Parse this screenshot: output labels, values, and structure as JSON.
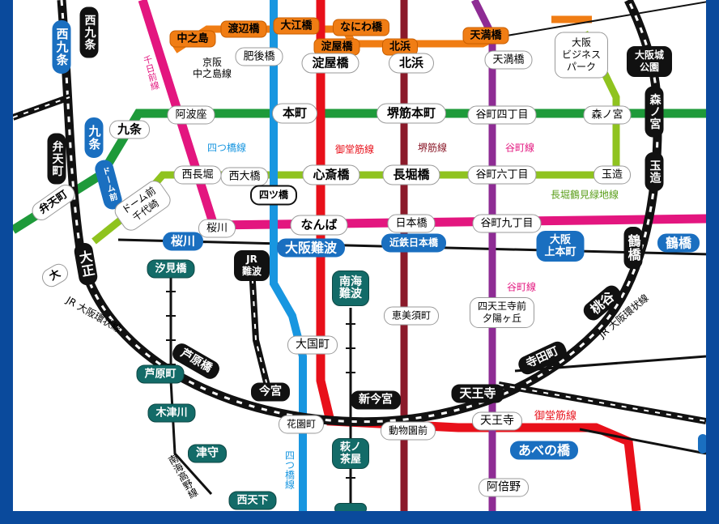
{
  "colors": {
    "frame": "#0a4a9c",
    "chuo_line": "#1e9a3a",
    "midosuji_line": "#e8101a",
    "sakaisuji_line": "#8b1a2a",
    "tanimachi_line": "#8e2c94",
    "yotsubashi_line": "#1896e0",
    "sennichimae_line": "#e3167f",
    "nagahori_line": "#8fc31f",
    "keihan_line": "#f07d14",
    "jr_loop": "#111111",
    "nankai_line": "#136b68"
  },
  "line_labels": {
    "sennichimae": "千日前線",
    "yotsubashi_upper": "四つ橋線",
    "midosuji_upper": "御堂筋線",
    "sakaisuji": "堺筋線",
    "tanimachi_upper": "谷町線",
    "nagahori": "長堀鶴見緑地線",
    "tanimachi_lower": "谷町線",
    "jr_loop_left": "JR 大阪環状線",
    "jr_loop_right": "JR 大阪環状線",
    "midosuji_lower": "御堂筋線",
    "yotsubashi_lower": "四つ橋線",
    "nankai_koya": "南海高野線",
    "keihan_nakanoshima": "京阪\n中之島線"
  },
  "stations": {
    "nakanoshima": "中之島",
    "watanabebashi": "渡辺橋",
    "oebashi": "大江橋",
    "naniwabashi": "なにわ橋",
    "yodoyabashi_keihan": "淀屋橋",
    "kitahama_keihan": "北浜",
    "tenmabashi_keihan": "天満橋",
    "higobashi": "肥後橋",
    "yodoyabashi": "淀屋橋",
    "kitahama": "北浜",
    "tenmabashi": "天満橋",
    "obp": "大阪\nビジネス\nパーク",
    "osakajo_koen": "大阪城\n公園",
    "nishikujo": "西九条",
    "bentencho_top": "西九条",
    "kujo_jr": "九条",
    "kujo": "九条",
    "awaza": "阿波座",
    "honmachi": "本町",
    "sakaisuji_honmachi": "堺筋本町",
    "tanimachi4": "谷町四丁目",
    "morinomiya": "森ノ宮",
    "morinomiya_jr": "森ノ宮",
    "bentencho": "弁天町",
    "bentencho_chuo": "弁天町",
    "dome_mae": "ドーム前",
    "dome_mae_chiyozaki": "ドーム前\n千代崎",
    "nishinagahori": "西長堀",
    "nishiohashi": "西大橋",
    "shinsaibashi": "心斎橋",
    "nagahoribashi": "長堀橋",
    "tanimachi6": "谷町六丁目",
    "tamatsukuri": "玉造",
    "tamatsukuri_jr": "玉造",
    "yotsubashi": "四ツ橋",
    "sakuragawa_small": "桜川",
    "namba": "なんば",
    "nipponbashi": "日本橋",
    "tanimachi9": "谷町九丁目",
    "sakuragawa": "桜川",
    "osaka_namba": "大阪難波",
    "kintetsu_nipponbashi": "近鉄日本橋",
    "osaka_uehommachi": "大阪\n上本町",
    "tsuruhashi_jr": "鶴橋",
    "tsuruhashi": "鶴橋",
    "taisho": "大正",
    "taisho_partial": "大",
    "shiomibashi": "汐見橋",
    "jr_namba": "JR\n難波",
    "nankai_namba": "南海\n難波",
    "ebisucho": "恵美須町",
    "shitennojimae": "四天王寺前\n夕陽ヶ丘",
    "momodani": "桃谷",
    "teradacho": "寺田町",
    "daikokucho": "大国町",
    "ashiharabashi": "芦原橋",
    "ashiharacho": "芦原町",
    "imamiya": "今宮",
    "shin_imamiya": "新今宮",
    "tennoji_jr": "天王寺",
    "kizugawa": "木津川",
    "hanazonocho": "花園町",
    "dobutsuenmae": "動物園前",
    "tennoji": "天王寺",
    "abenobashi": "あべの橋",
    "tsumori": "津守",
    "hagi_no_chaya": "萩ノ\n茶屋",
    "abeno": "阿倍野",
    "nishitengachaya": "西天下"
  }
}
